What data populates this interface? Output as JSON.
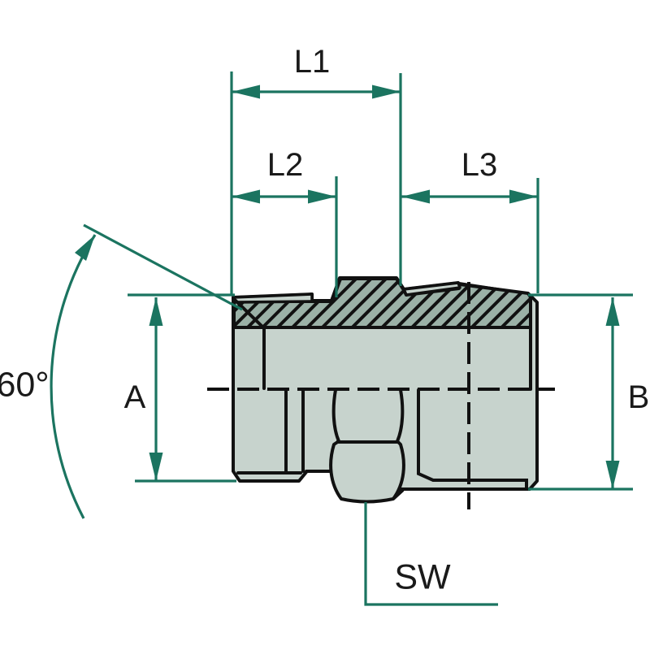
{
  "drawing": {
    "type": "technical-dimension-drawing",
    "subject": "hydraulic male adapter fitting, half-section side view",
    "labels": {
      "l1": "L1",
      "l2": "L2",
      "l3": "L3",
      "a": "A",
      "b": "B",
      "sw": "SW",
      "angle": "60°"
    },
    "colors": {
      "dimension_teal": "#1b7460",
      "outline_black": "#111111",
      "body_light": "#c7d3cd",
      "body_dark_hatch_band": "#9bb1a7",
      "background": "#ffffff",
      "text": "#1a1a1a"
    }
  }
}
